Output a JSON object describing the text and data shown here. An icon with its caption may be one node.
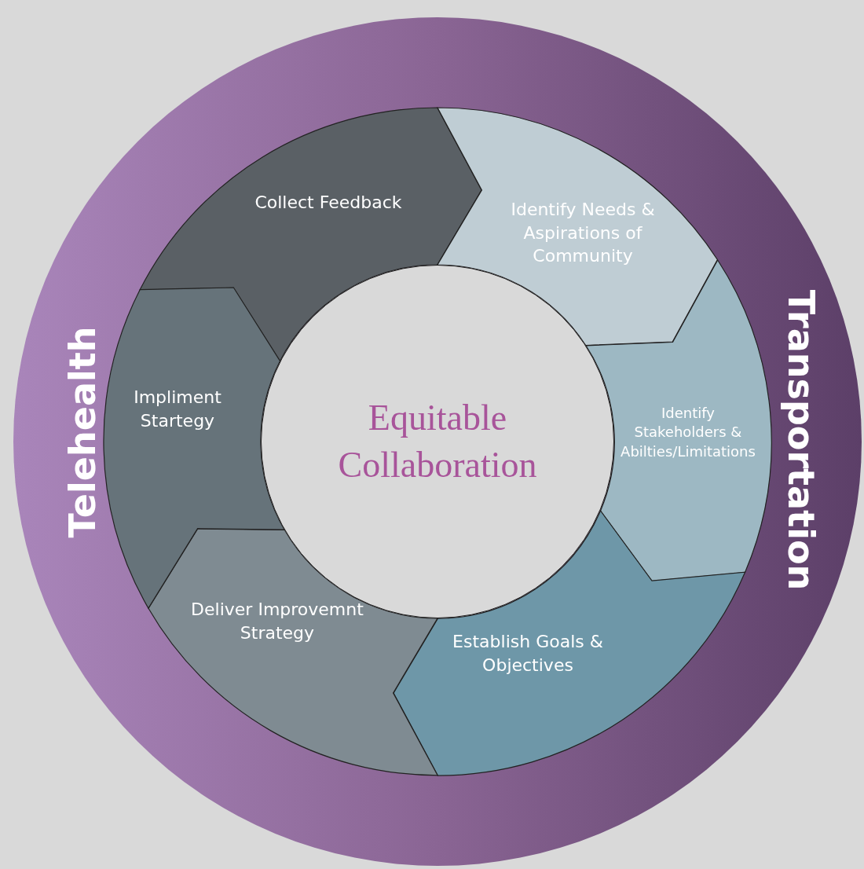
{
  "diagram": {
    "nodes": [
      {
        "text": [
          "Telehealth",
          "Transportation"
        ]
      },
      {
        "text": [
          "Collect Feedback"
        ],
        "in": 0
      },
      {
        "text": [
          "Identify Needs & Aspirations of Community"
        ],
        "in": 0
      },
      {
        "text": [
          "Identify Stakeholders & Abilties/Limitations"
        ],
        "in": 0
      },
      {
        "text": [
          "Establish Goals & Objectives"
        ],
        "in": 0
      },
      {
        "text": [
          "Deliver Improvemnt Strategy"
        ],
        "in": 0
      },
      {
        "text": [
          "Impliment Startegy"
        ],
        "in": 0
      },
      {
        "text": [
          "Equitable Collaboration"
        ],
        "in": 0
      }
    ]
  }
}
